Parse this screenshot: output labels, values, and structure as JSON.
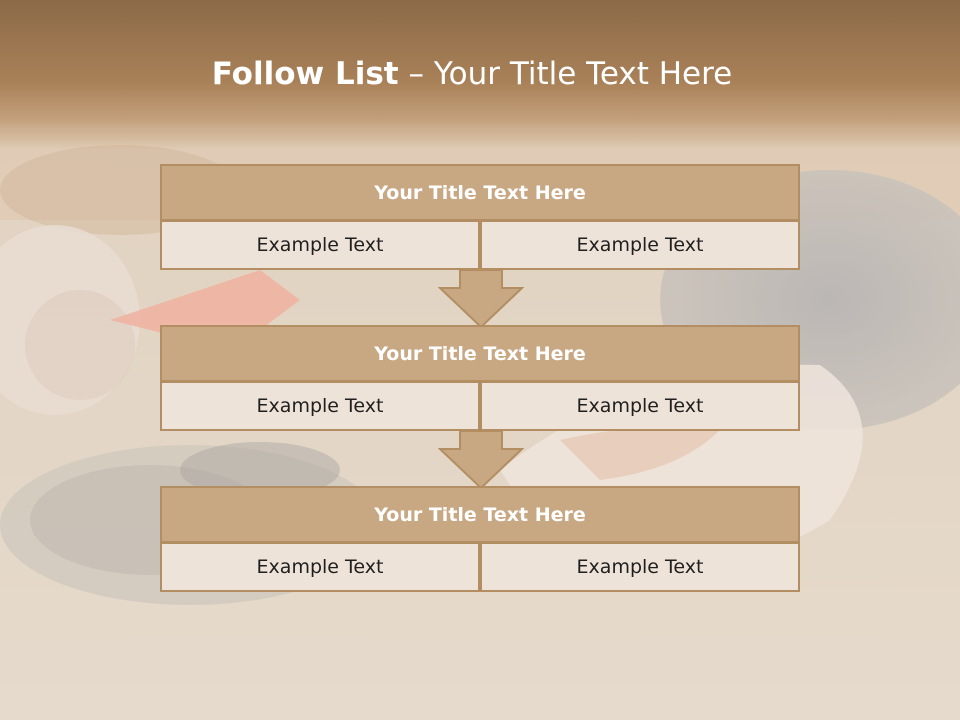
{
  "slide": {
    "title_bold": "Follow List",
    "title_rest": " – Your Title Text Here"
  },
  "blocks": [
    {
      "title": "Your Title Text Here",
      "left": "Example Text",
      "right": "Example Text"
    },
    {
      "title": "Your Title Text Here",
      "left": "Example Text",
      "right": "Example Text"
    },
    {
      "title": "Your Title Text Here",
      "left": "Example Text",
      "right": "Example Text"
    }
  ],
  "colors": {
    "header": "#a07a52",
    "block_title_fill": "#c8a883",
    "block_border": "#b38e63",
    "cell_fill": "#eee3d8",
    "arrow_fill": "#c8a883"
  },
  "icons": [
    "down-arrow-icon",
    "down-arrow-icon"
  ]
}
